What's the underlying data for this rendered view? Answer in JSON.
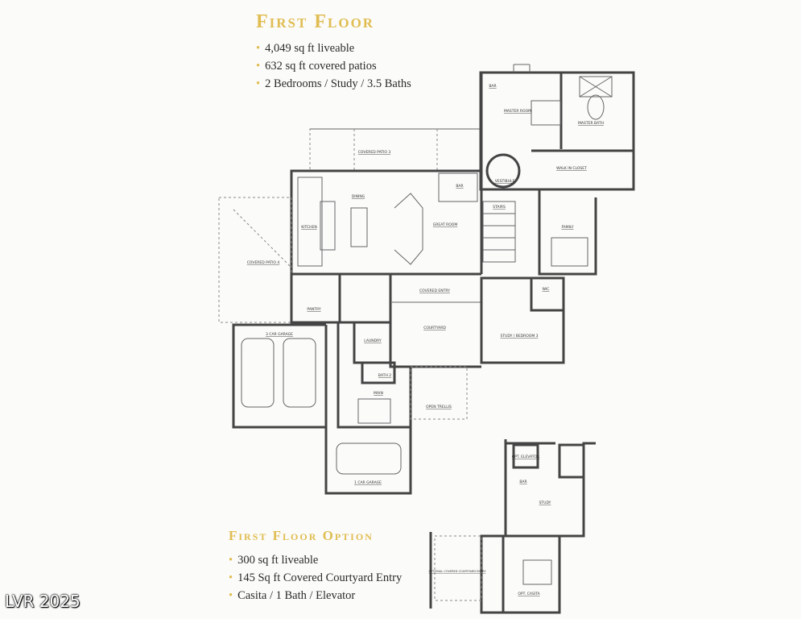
{
  "first_floor": {
    "title": "First Floor",
    "features": [
      "4,049 sq ft liveable",
      "632 sq ft covered patios",
      "2 Bedrooms / Study / 3.5 Baths"
    ]
  },
  "option": {
    "title": "First Floor Option",
    "features": [
      "300 sq ft liveable",
      "145 Sq ft Covered Courtyard Entry",
      "Casita / 1 Bath / Elevator"
    ]
  },
  "rooms": {
    "covered_patio_3": "COVERED PATIO 3",
    "dining": "DINING",
    "kitchen": "KITCHEN",
    "great_room": "GREAT ROOM",
    "bar": "BAR",
    "stairs": "STAIRS",
    "master_room": "MASTER ROOM",
    "master_bath": "MASTER BATH",
    "master_bar": "BAR",
    "walk_in_closet": "WALK IN CLOSET",
    "vestibule": "VESTIBULE",
    "family": "FAMILY",
    "covered_patio_4": "COVERED PATIO 4",
    "pantry": "PANTRY",
    "garage3": "3 CAR GARAGE",
    "garage1": "1 CAR GARAGE",
    "covered_entry": "COVERED ENTRY",
    "courtyard": "COURTYARD",
    "laundry": "LAUNDRY",
    "bath2": "BATH 2",
    "main": "MAIN",
    "open_trellis": "OPEN TRELLIS",
    "study_bedroom3": "STUDY / BEDROOM 3",
    "wic": "WIC",
    "study": "STUDY",
    "opt_elevator": "OPT. ELEVATOR",
    "opt_bar": "BAR",
    "opt_casita": "OPT. CASITA",
    "opt_entry": "OPTIONAL COVERED COURTYARD ENTRY"
  },
  "colors": {
    "accent": "#e0bd52",
    "text": "#2b2b2b",
    "walls": "#444444"
  },
  "watermark": "LVR 2025"
}
